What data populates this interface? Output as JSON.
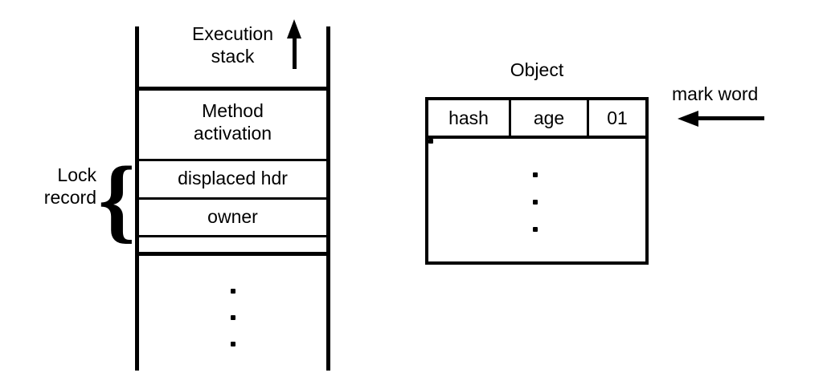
{
  "diagram": {
    "title": "Java object header and stack lock record diagram",
    "ink_color": "#000000",
    "background_color": "#ffffff"
  },
  "stack": {
    "top_label": "Execution\nstack",
    "direction_arrow": "up-arrow",
    "frames": [
      {
        "name": "method-activation",
        "label": "Method\nactivation"
      },
      {
        "name": "displaced-header",
        "label": "displaced hdr"
      },
      {
        "name": "owner",
        "label": "owner"
      },
      {
        "name": "empty-slot",
        "label": ""
      }
    ],
    "continuation_dots": 3,
    "lock_record": {
      "label": "Lock\nrecord",
      "brace": "{"
    }
  },
  "object": {
    "title": "Object",
    "mark_word": {
      "fields": [
        "hash",
        "age",
        "01"
      ],
      "callout_label": "mark word",
      "callout_arrow": "left-arrow"
    },
    "body_dots": 3
  }
}
